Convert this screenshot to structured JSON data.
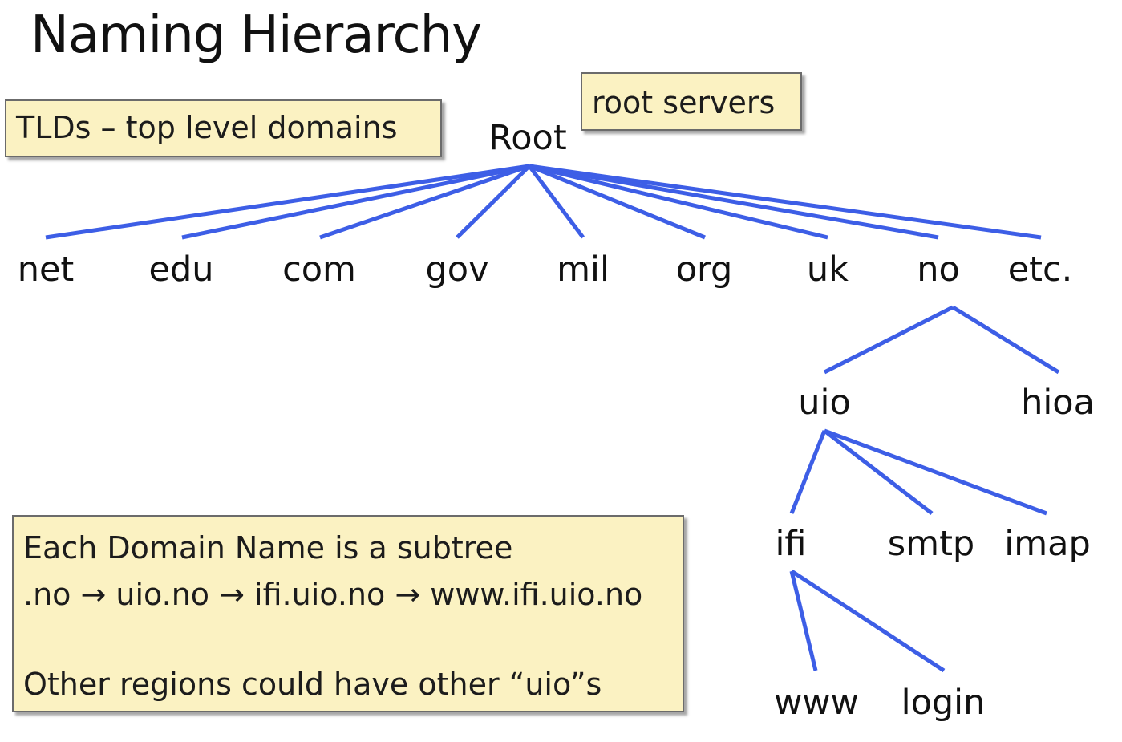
{
  "title": "Naming Hierarchy",
  "callouts": {
    "tlds": "TLDs – top level domains",
    "root_servers": "root servers",
    "subtree_line1": "Each Domain Name is a subtree",
    "subtree_line2": ".no → uio.no → ifi.uio.no → www.ifi.uio.no",
    "subtree_line3": "Other regions could have other “uio”s"
  },
  "tree": {
    "root": "Root",
    "tlds": [
      "net",
      "edu",
      "com",
      "gov",
      "mil",
      "org",
      "uk",
      "no",
      "etc."
    ],
    "no_children": [
      "uio",
      "hioa"
    ],
    "uio_children": [
      "ifi",
      "smtp",
      "imap"
    ],
    "ifi_children": [
      "www",
      "login"
    ]
  },
  "colors": {
    "edge": "#3d5ee6",
    "callout_fill": "#fbf2c2"
  }
}
